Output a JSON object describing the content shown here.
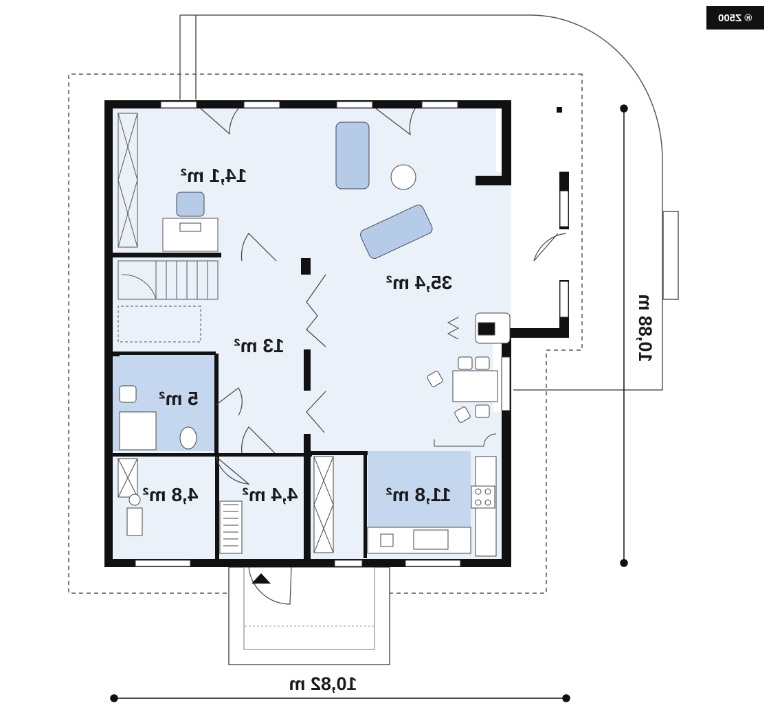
{
  "badge": {
    "label": "® Z500"
  },
  "rooms": [
    {
      "id": "office",
      "area": "14,1 m²"
    },
    {
      "id": "living",
      "area": "35,4 m²"
    },
    {
      "id": "hall",
      "area": "13 m²"
    },
    {
      "id": "bathroom",
      "area": "5 m²"
    },
    {
      "id": "boiler",
      "area": "4,8 m²"
    },
    {
      "id": "vestibule",
      "area": "4,4 m²"
    },
    {
      "id": "kitchen",
      "area": "11,8 m²"
    }
  ],
  "dimensions": {
    "width": "10,82 m",
    "depth": "10,88 m"
  },
  "colors": {
    "wall": "#111111",
    "floor": "#eaf1f9",
    "wet_room": "#c4d7ee",
    "furniture": "#b5cbe8",
    "terrace_line": "#555555"
  },
  "icons": [
    "entrance-arrow-icon",
    "chimney-icon"
  ]
}
